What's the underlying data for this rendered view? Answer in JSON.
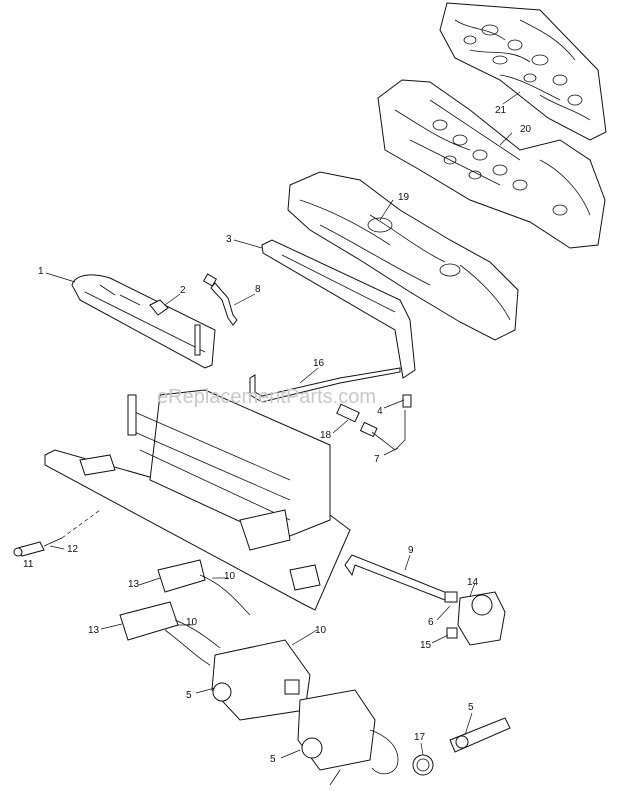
{
  "watermark": "eReplacementParts.com",
  "callouts": {
    "c1": "1",
    "c2": "2",
    "c3": "3",
    "c4": "4",
    "c5a": "5",
    "c5b": "5",
    "c5c": "5",
    "c6": "6",
    "c7": "7",
    "c8": "8",
    "c9": "9",
    "c10a": "10",
    "c10b": "10",
    "c10c": "10",
    "c11": "11",
    "c12": "12",
    "c13a": "13",
    "c13b": "13",
    "c14": "14",
    "c15": "15",
    "c16": "16",
    "c17": "17",
    "c18": "18",
    "c19": "19",
    "c20": "20",
    "c21": "21"
  }
}
